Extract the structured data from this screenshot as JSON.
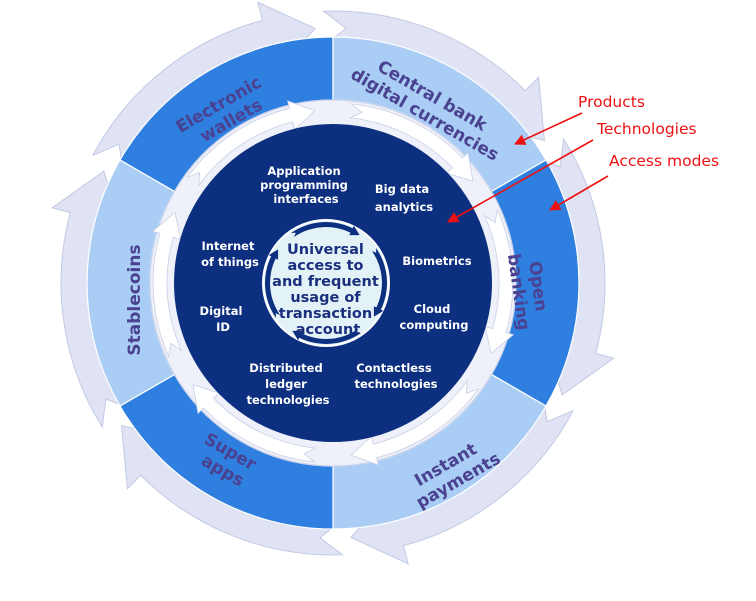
{
  "center": {
    "lines": [
      "Universal",
      "access to",
      "and frequent",
      "usage of",
      "transaction",
      "account"
    ]
  },
  "access_modes": [
    {
      "id": "electronic-wallets",
      "lines": [
        "Electronic",
        "wallets"
      ]
    },
    {
      "id": "central-bank-digital-currencies",
      "lines": [
        "Central bank",
        "digital currencies"
      ]
    },
    {
      "id": "open-banking",
      "lines": [
        "Open",
        "banking"
      ]
    },
    {
      "id": "instant-payments",
      "lines": [
        "Instant",
        "payments"
      ]
    },
    {
      "id": "super-apps",
      "lines": [
        "Super",
        "apps"
      ]
    },
    {
      "id": "stablecoins",
      "lines": [
        "Stablecoins"
      ]
    }
  ],
  "technologies": [
    {
      "id": "application-programming-interfaces",
      "lines": [
        "Application",
        "programming",
        "interfaces"
      ]
    },
    {
      "id": "big-data-analytics",
      "lines": [
        "Big data",
        "analytics"
      ]
    },
    {
      "id": "biometrics",
      "lines": [
        "Biometrics"
      ]
    },
    {
      "id": "cloud-computing",
      "lines": [
        "Cloud",
        "computing"
      ]
    },
    {
      "id": "contactless-technologies",
      "lines": [
        "Contactless",
        "technologies"
      ]
    },
    {
      "id": "distributed-ledger-technologies",
      "lines": [
        "Distributed",
        "ledger",
        "technologies"
      ]
    },
    {
      "id": "digital-id",
      "lines": [
        "Digital",
        "ID"
      ]
    },
    {
      "id": "internet-of-things",
      "lines": [
        "Internet",
        "of things"
      ]
    }
  ],
  "legend": {
    "products": "Products",
    "technologies": "Technologies",
    "access_modes": "Access modes"
  },
  "colors": {
    "outer_arrow": "#dfe3f3",
    "outer_arrow_edge": "#c3c9e4",
    "segment_dark": "#2e7fe0",
    "segment_light": "#a9cdf5",
    "ring_label": "#4a4190",
    "inner_ring": "#eef1f9",
    "technology_disc": "#0c2f80",
    "center_disc": "#e2f2f7",
    "center_text": "#1a2f7d",
    "legend": "#ee1111"
  }
}
